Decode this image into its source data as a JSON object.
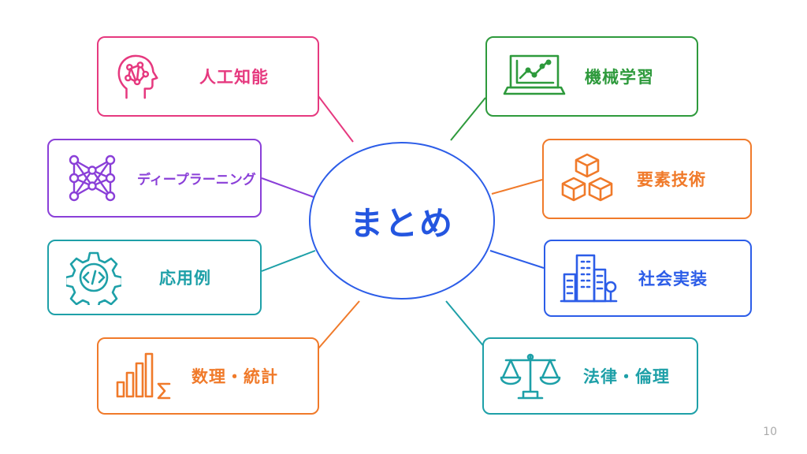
{
  "center": {
    "label": "まとめ",
    "color": "#2c5de8"
  },
  "nodes": {
    "ai": {
      "label": "人工知能",
      "color": "#e6397f",
      "icon": "brain-network-icon"
    },
    "dl": {
      "label": "ディープラーニング",
      "color": "#8a3fd8",
      "icon": "neural-network-icon"
    },
    "apps": {
      "label": "応用例",
      "color": "#1ea0a8",
      "icon": "gear-code-icon"
    },
    "math": {
      "label": "数理・統計",
      "color": "#f07a2a",
      "icon": "bar-chart-sigma-icon"
    },
    "ml": {
      "label": "機械学習",
      "color": "#2e9a3c",
      "icon": "laptop-chart-icon"
    },
    "tech": {
      "label": "要素技術",
      "color": "#f07a2a",
      "icon": "cubes-icon"
    },
    "society": {
      "label": "社会実装",
      "color": "#2c5de8",
      "icon": "buildings-icon"
    },
    "law": {
      "label": "法律・倫理",
      "color": "#1ea0a8",
      "icon": "scales-icon"
    }
  },
  "page_number": "10"
}
